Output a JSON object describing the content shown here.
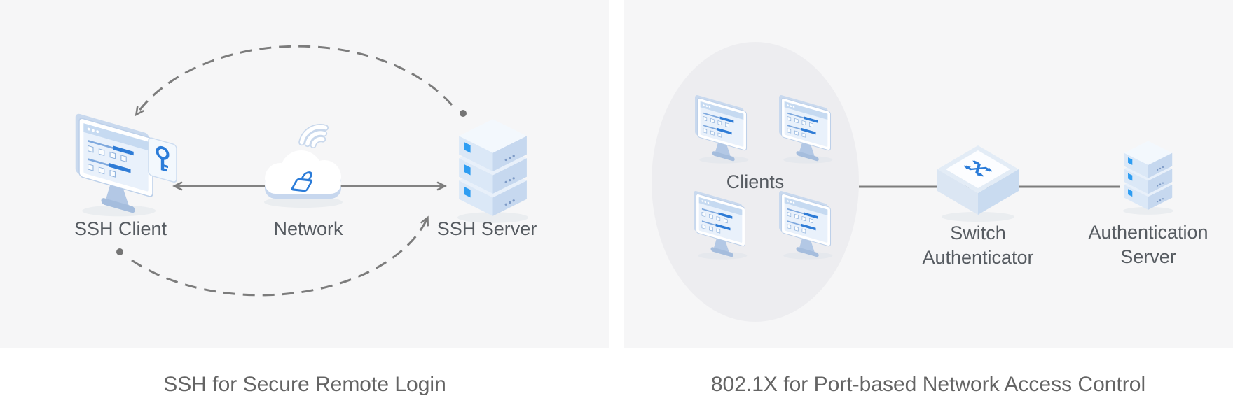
{
  "page": {
    "background": "#ffffff",
    "panel_background": "#f6f6f7"
  },
  "left_panel": {
    "caption": "SSH for Secure Remote Login",
    "labels": {
      "client": "SSH Client",
      "network": "Network",
      "server": "SSH Server"
    },
    "icons": [
      "ssh-client-monitor-icon",
      "key-icon",
      "network-cloud-icon",
      "wifi-icon",
      "lock-icon",
      "ssh-server-icon"
    ],
    "connections": [
      "dashed-arc-top (server to client)",
      "dashed-arc-bottom (client to server)",
      "arrow-network-to-client",
      "arrow-network-to-server"
    ]
  },
  "right_panel": {
    "caption": "802.1X for Port-based Network Access Control",
    "labels": {
      "clients": "Clients",
      "switch": [
        "Switch",
        "Authenticator"
      ],
      "auth_server": [
        "Authentication",
        "Server"
      ]
    },
    "icons": [
      "client-monitor-icon x4",
      "switch-icon",
      "auth-server-icon"
    ],
    "connections": [
      "connector-line (clients to switch to authentication server)"
    ]
  },
  "colors": {
    "accent_blue": "#2b7cd9",
    "indicator_blue": "#2e9df2",
    "line_gray": "#7c7c7c",
    "label_gray": "#565b61",
    "caption_gray": "#646464",
    "icon_light_blue": "#c9d9ee",
    "ellipse_gray": "#ededf0"
  }
}
